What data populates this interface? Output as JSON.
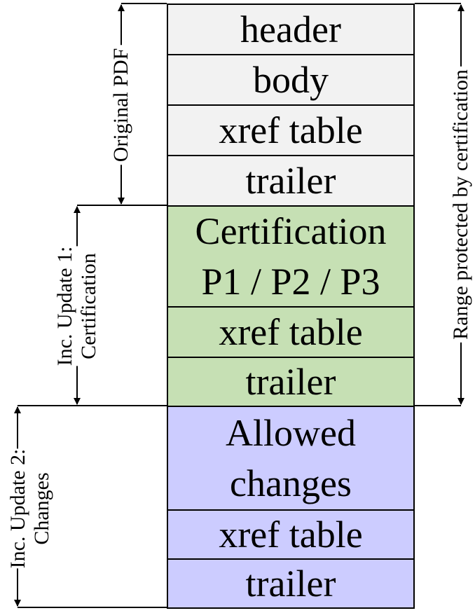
{
  "colors": {
    "original": "#f2f2f2",
    "certification": "#c6e0b4",
    "changes": "#ccccff",
    "border": "#000000"
  },
  "blocks": {
    "original": [
      "header",
      "body",
      "xref table",
      "trailer"
    ],
    "certification": {
      "content_line1": "Certification",
      "content_line2": "P1 / P2 / P3",
      "xref": "xref table",
      "trailer": "trailer"
    },
    "changes": {
      "content_line1": "Allowed",
      "content_line2": "changes",
      "xref": "xref table",
      "trailer": "trailer"
    }
  },
  "labels": {
    "original_pdf": "Original PDF",
    "update1_line1": "Inc. Update 1:",
    "update1_line2": "Certification",
    "update2_line1": "Inc. Update 2:",
    "update2_line2": "Changes",
    "protected_range": "Range protected by certification"
  }
}
